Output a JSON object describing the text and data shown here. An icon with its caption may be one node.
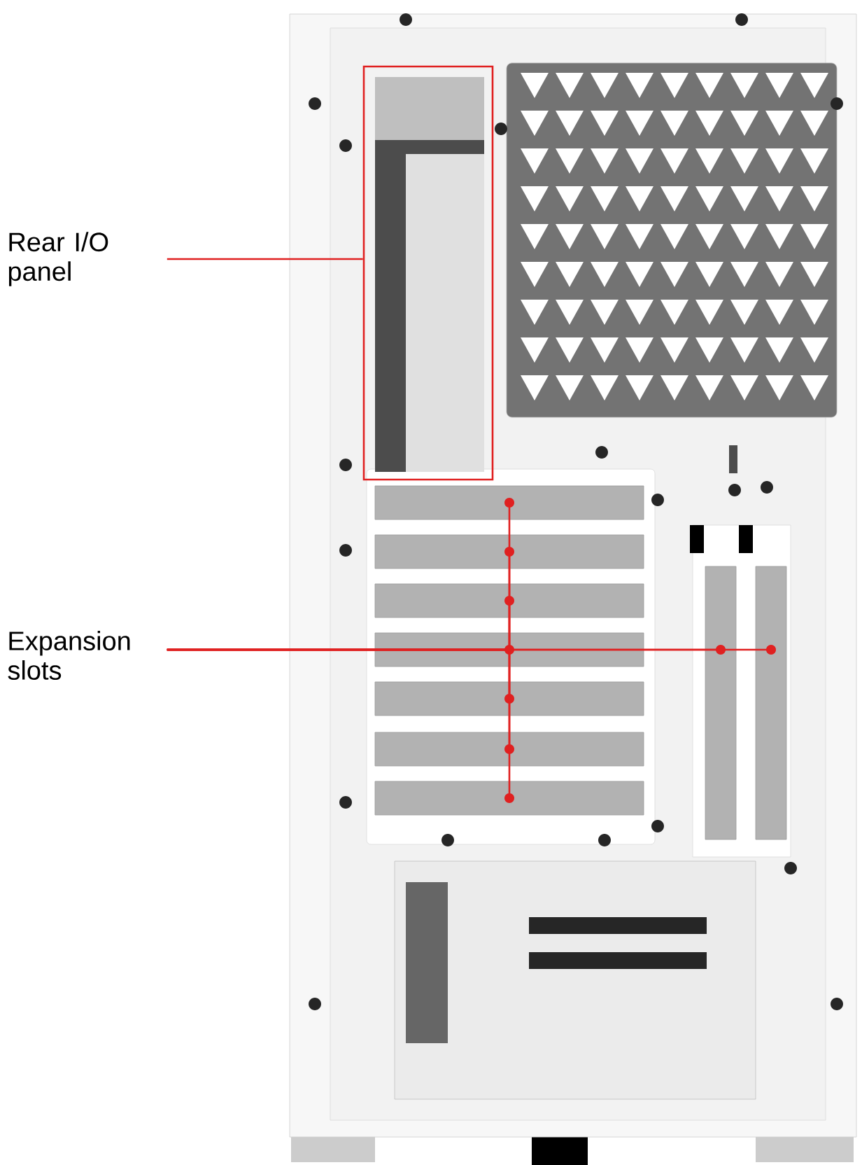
{
  "diagram": {
    "nodes": [
      {
        "text": [
          "Rear I/O panel"
        ]
      },
      {
        "text": [],
        "shape": "box"
      },
      {
        "text": [
          "Expansion slots"
        ]
      },
      {
        "text": [],
        "shape": "bar"
      },
      {
        "text": [],
        "shape": "bar"
      },
      {
        "text": [],
        "shape": "bar"
      },
      {
        "text": [],
        "shape": "bar"
      },
      {
        "text": [],
        "shape": "bar"
      },
      {
        "text": [],
        "shape": "bar"
      },
      {
        "text": [],
        "shape": "bar"
      },
      {
        "text": [],
        "shape": "bar"
      },
      {
        "text": [],
        "shape": "bar"
      }
    ],
    "edges": [
      {
        "from": 0,
        "to": 1,
        "arrow": "none"
      },
      {
        "from": 2,
        "to": 3,
        "arrow": "other"
      },
      {
        "from": 2,
        "to": 4,
        "arrow": "other"
      },
      {
        "from": 2,
        "to": 5,
        "arrow": "other"
      },
      {
        "from": 2,
        "to": 6,
        "arrow": "other"
      },
      {
        "from": 2,
        "to": 7,
        "arrow": "other"
      },
      {
        "from": 2,
        "to": 8,
        "arrow": "other"
      },
      {
        "from": 2,
        "to": 9,
        "arrow": "other"
      },
      {
        "from": 2,
        "to": 10,
        "arrow": "other"
      },
      {
        "from": 2,
        "to": 11,
        "arrow": "other"
      }
    ]
  }
}
